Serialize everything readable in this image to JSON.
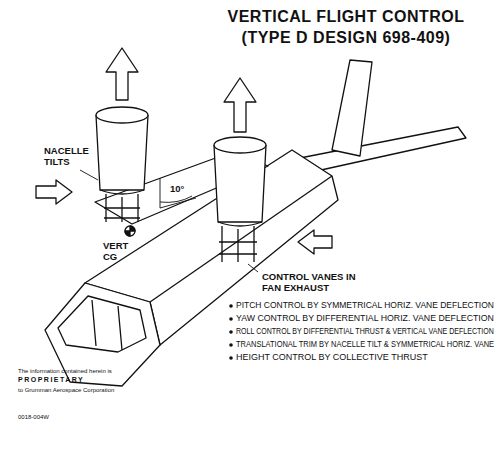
{
  "diagram": {
    "title": "VERTICAL FLIGHT CONTROL (TYPE D DESIGN 698-409)",
    "labels": [
      "NACELLE TILTS",
      "10°",
      "VERT CG",
      "CONTROL VANES IN FAN EXHAUST",
      "PITCH CONTROL BY SYMMETRICAL HORIZ. VANE DEFLECTION",
      "YAW CONTROL BY DIFFERENTIAL HORIZ. VANE DEFLECTION",
      "ROLL CONTROL BY DIFFERENTIAL THRUST & VERTICAL VANE DEFLECTION",
      "TRANSLATIONAL TRIM BY NACELLE TILT & SYMMETRICAL HORIZ. VANE",
      "HEIGHT CONTROL BY COLLECTIVE THRUST",
      "The information contained herein is",
      "PROPRIETARY",
      "to Grumman Aerospace Corporation",
      "0018-004W"
    ]
  }
}
